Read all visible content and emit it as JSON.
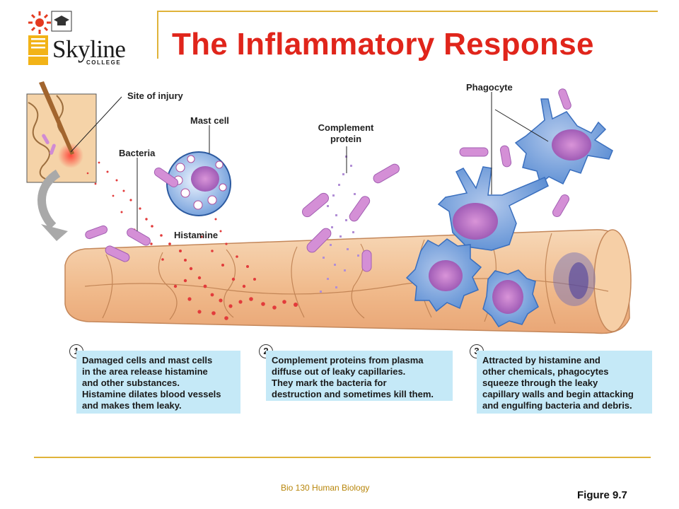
{
  "header": {
    "title": "The Inflammatory Response",
    "logo_name": "Skyline",
    "logo_sub": "COLLEGE"
  },
  "diagram": {
    "labels": {
      "site_of_injury": "Site of injury",
      "mast_cell": "Mast cell",
      "bacteria": "Bacteria",
      "histamine": "Histamine",
      "complement_line1": "Complement",
      "complement_line2": "protein",
      "phagocyte": "Phagocyte"
    }
  },
  "steps": [
    {
      "num": "1",
      "lines": [
        "Damaged cells and mast cells",
        "in the area release histamine",
        "and other substances.",
        "Histamine dilates blood vessels",
        "and makes them leaky."
      ]
    },
    {
      "num": "2",
      "lines": [
        "Complement proteins from plasma",
        "diffuse out of leaky capillaries.",
        "They mark the bacteria for",
        "destruction and sometimes kill them."
      ]
    },
    {
      "num": "3",
      "lines": [
        "Attracted by histamine and",
        "other chemicals, phagocytes",
        "squeeze through the leaky",
        "capillary walls and begin attacking",
        "and engulfing bacteria and debris."
      ]
    }
  ],
  "footer": {
    "course": "Bio 130 Human Biology",
    "figure": "Figure 9.7"
  },
  "colors": {
    "title_red": "#e0251b",
    "gold_rule": "#e0b33a",
    "box_blue": "#c5e9f7",
    "vessel": "#f3c59a",
    "bacteria": "#d48fd6",
    "phagocyte": "#8fb8e2"
  }
}
